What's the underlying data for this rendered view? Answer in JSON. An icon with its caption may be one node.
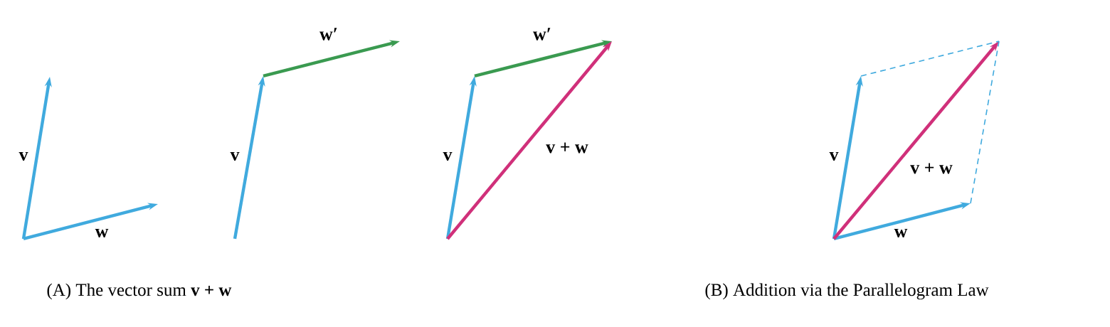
{
  "diagram": {
    "labels": [
      "v",
      "w",
      "w′",
      "v",
      "w′",
      "v",
      "v + w",
      "v",
      "v + w",
      "w",
      "(A)  The vector sum **v + w**",
      "(B)  Addition via the Parallelogram Law"
    ]
  }
}
